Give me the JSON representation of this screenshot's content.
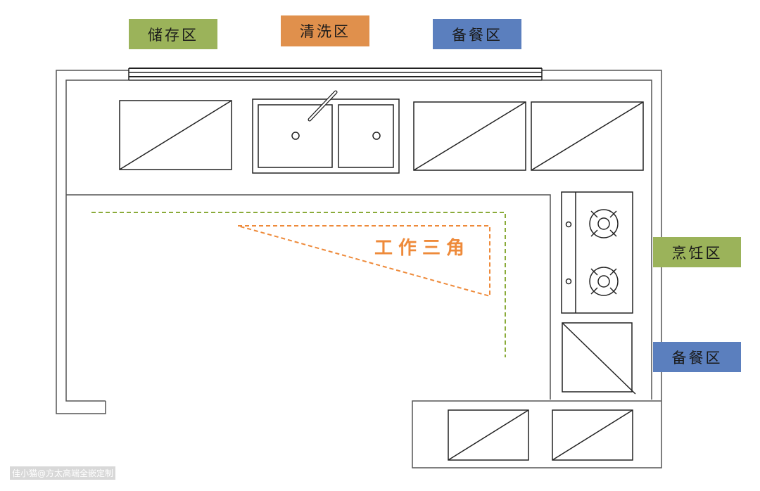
{
  "zones": {
    "storage": "储存区",
    "washing": "清洗区",
    "prep_top": "备餐区",
    "cooking": "烹饪区",
    "prep_right": "备餐区"
  },
  "work_triangle": "工作三角",
  "watermark": "佳小猫@方太高端全嵌定制",
  "colors": {
    "green": "#9bb35a",
    "orange": "#e0904c",
    "blue": "#5b7fbe",
    "triangle": "#ee8a3a",
    "dash_green": "#8aab3a"
  }
}
